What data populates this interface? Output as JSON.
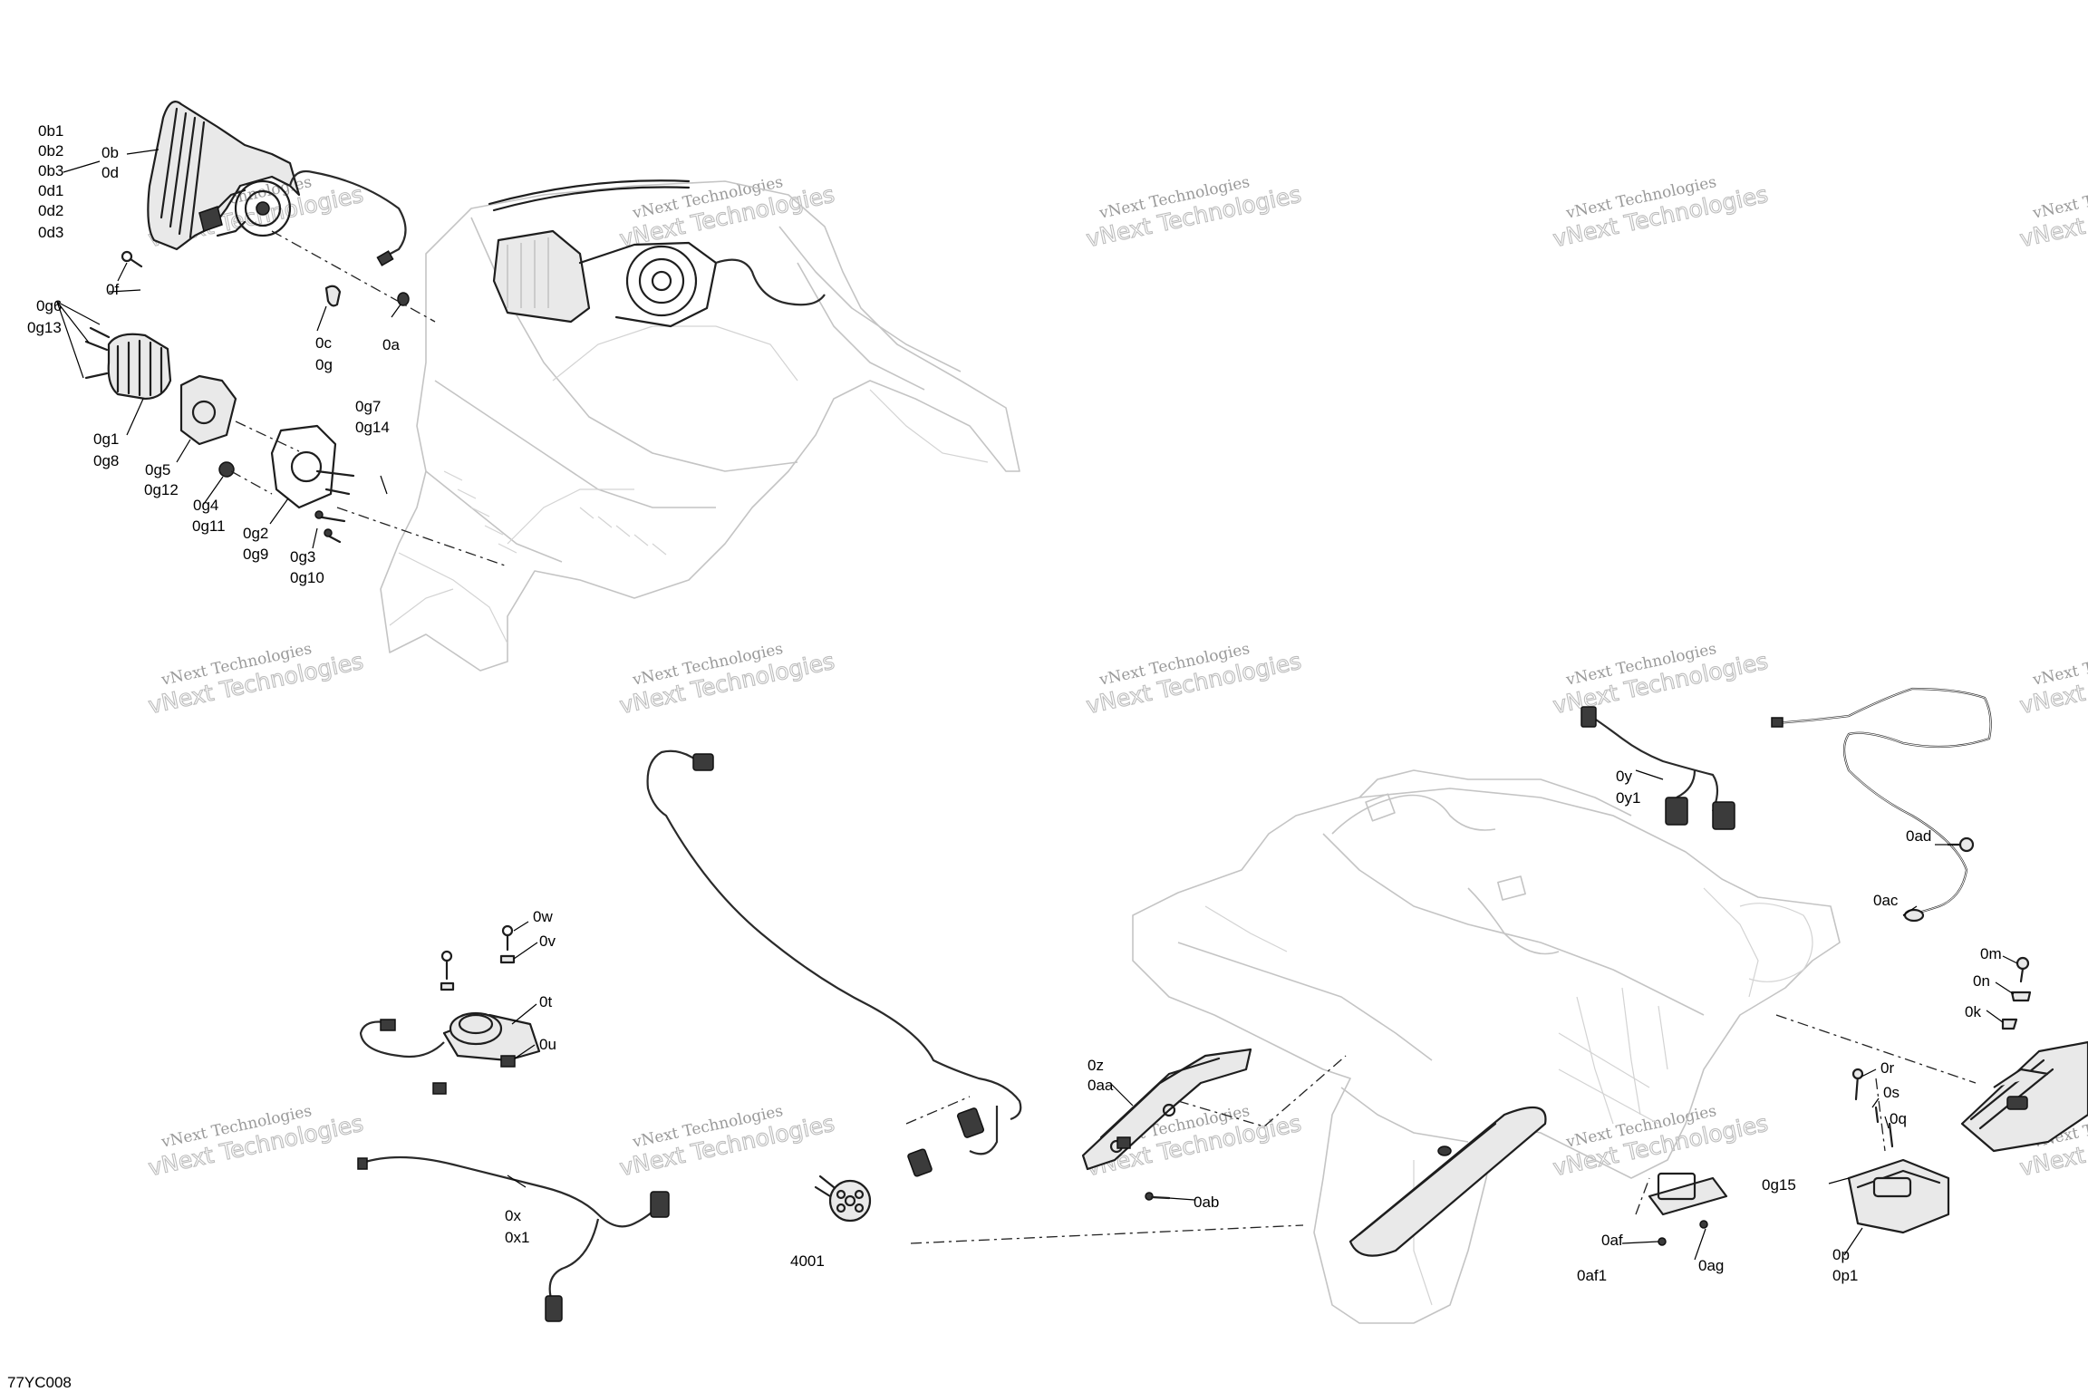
{
  "diagram_code": "77YC008",
  "watermark": {
    "line1": "vNext Technologies",
    "line2": "vNext Technologies"
  },
  "labels": [
    {
      "id": "0b1",
      "text": "0b1"
    },
    {
      "id": "0b2",
      "text": "0b2"
    },
    {
      "id": "0b3",
      "text": "0b3"
    },
    {
      "id": "0d1",
      "text": "0d1"
    },
    {
      "id": "0d2",
      "text": "0d2"
    },
    {
      "id": "0d3",
      "text": "0d3"
    },
    {
      "id": "0b",
      "text": "0b"
    },
    {
      "id": "0d",
      "text": "0d"
    },
    {
      "id": "0f",
      "text": "0f"
    },
    {
      "id": "0c",
      "text": "0c"
    },
    {
      "id": "0g",
      "text": "0g"
    },
    {
      "id": "0a",
      "text": "0a"
    },
    {
      "id": "0g6",
      "text": "0g6"
    },
    {
      "id": "0g13",
      "text": "0g13"
    },
    {
      "id": "0g1",
      "text": "0g1"
    },
    {
      "id": "0g8",
      "text": "0g8"
    },
    {
      "id": "0g5",
      "text": "0g5"
    },
    {
      "id": "0g12",
      "text": "0g12"
    },
    {
      "id": "0g7",
      "text": "0g7"
    },
    {
      "id": "0g14",
      "text": "0g14"
    },
    {
      "id": "0g4",
      "text": "0g4"
    },
    {
      "id": "0g11",
      "text": "0g11"
    },
    {
      "id": "0g2",
      "text": "0g2"
    },
    {
      "id": "0g9",
      "text": "0g9"
    },
    {
      "id": "0g3",
      "text": "0g3"
    },
    {
      "id": "0g10",
      "text": "0g10"
    },
    {
      "id": "0w",
      "text": "0w"
    },
    {
      "id": "0v",
      "text": "0v"
    },
    {
      "id": "0t",
      "text": "0t"
    },
    {
      "id": "0u",
      "text": "0u"
    },
    {
      "id": "0x",
      "text": "0x"
    },
    {
      "id": "0x1",
      "text": "0x1"
    },
    {
      "id": "4001",
      "text": "4001"
    },
    {
      "id": "0z",
      "text": "0z"
    },
    {
      "id": "0aa",
      "text": "0aa"
    },
    {
      "id": "0ab",
      "text": "0ab"
    },
    {
      "id": "0y",
      "text": "0y"
    },
    {
      "id": "0y1",
      "text": "0y1"
    },
    {
      "id": "0ad",
      "text": "0ad"
    },
    {
      "id": "0ac",
      "text": "0ac"
    },
    {
      "id": "0m",
      "text": "0m"
    },
    {
      "id": "0n",
      "text": "0n"
    },
    {
      "id": "0k",
      "text": "0k"
    },
    {
      "id": "0r",
      "text": "0r"
    },
    {
      "id": "0s",
      "text": "0s"
    },
    {
      "id": "0q",
      "text": "0q"
    },
    {
      "id": "0g15",
      "text": "0g15"
    },
    {
      "id": "0af",
      "text": "0af"
    },
    {
      "id": "0af1",
      "text": "0af1"
    },
    {
      "id": "0ag",
      "text": "0ag"
    },
    {
      "id": "0p",
      "text": "0p"
    },
    {
      "id": "0p1",
      "text": "0p1"
    }
  ]
}
